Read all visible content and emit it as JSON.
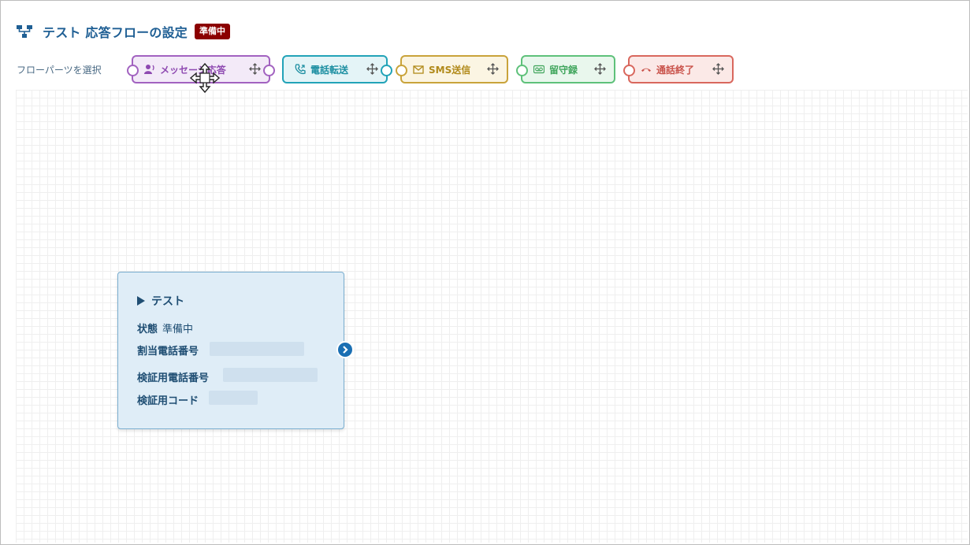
{
  "header": {
    "icon": "flow-diagram-icon",
    "title": "テスト 応答フローの設定",
    "status_badge": "準備中",
    "badge_color": "#8b0000",
    "title_color": "#1f5f94"
  },
  "palette": {
    "label": "フローパーツを選択",
    "parts": [
      {
        "label": "メッセージ応答",
        "icon": "user-speaking-icon",
        "color": "#a262c0"
      },
      {
        "label": "電話転送",
        "icon": "phone-forward-icon",
        "color": "#22a3b8"
      },
      {
        "label": "SMS送信",
        "icon": "envelope-icon",
        "color": "#c9a33a"
      },
      {
        "label": "留守録",
        "icon": "voicemail-icon",
        "color": "#5ec17a"
      },
      {
        "label": "通話終了",
        "icon": "phone-hangup-icon",
        "color": "#d9675d"
      }
    ]
  },
  "start_node": {
    "title": "テスト",
    "status_label": "状態",
    "status_value": "準備中",
    "assigned_number_label": "割当電話番号",
    "verify_number_label": "検証用電話番号",
    "verify_code_label": "検証用コード"
  }
}
